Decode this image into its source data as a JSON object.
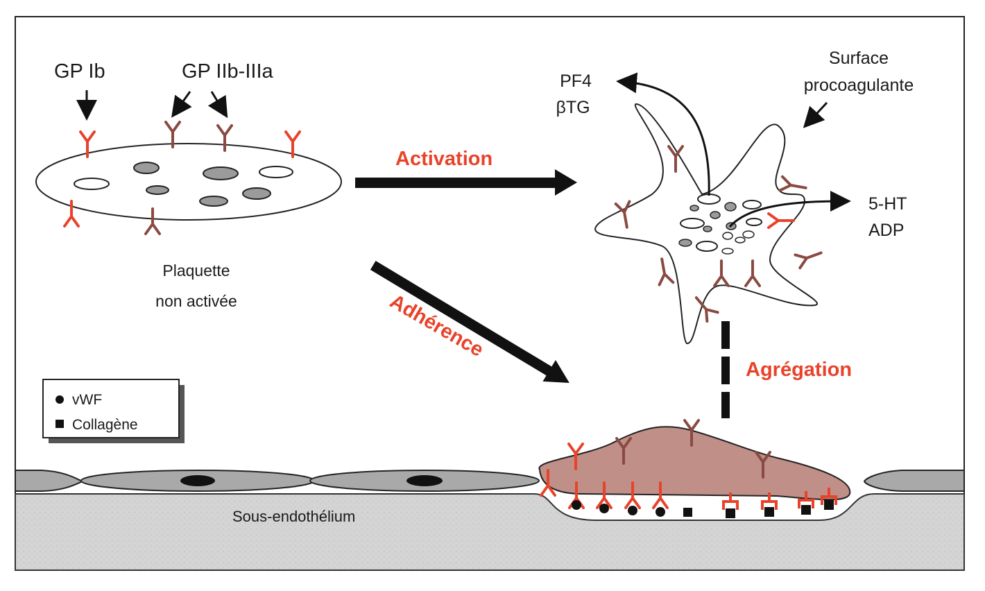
{
  "labels": {
    "gp_ib": "GP Ib",
    "gp_iib_iiia": "GP IIb-IIIa",
    "plaquette_line1": "Plaquette",
    "plaquette_line2": "non activée",
    "activation": "Activation",
    "adherence": "Adhérence",
    "agregation": "Agrégation",
    "pf4": "PF4",
    "btg": "βTG",
    "surface_line1": "Surface",
    "surface_line2": "procoagulante",
    "ht5": "5-HT",
    "adp": "ADP",
    "sous_endothelium": "Sous-endothélium"
  },
  "legend": {
    "vwf": "vWF",
    "collagene": "Collagène"
  },
  "colors": {
    "red": "#e8432a",
    "brown": "#8a4a42",
    "platelet_adhered": "#bf8f88",
    "endothelium": "#a9a9a9",
    "subendothelium": "#d6d6d6",
    "granule_grey": "#9b9b9b"
  }
}
